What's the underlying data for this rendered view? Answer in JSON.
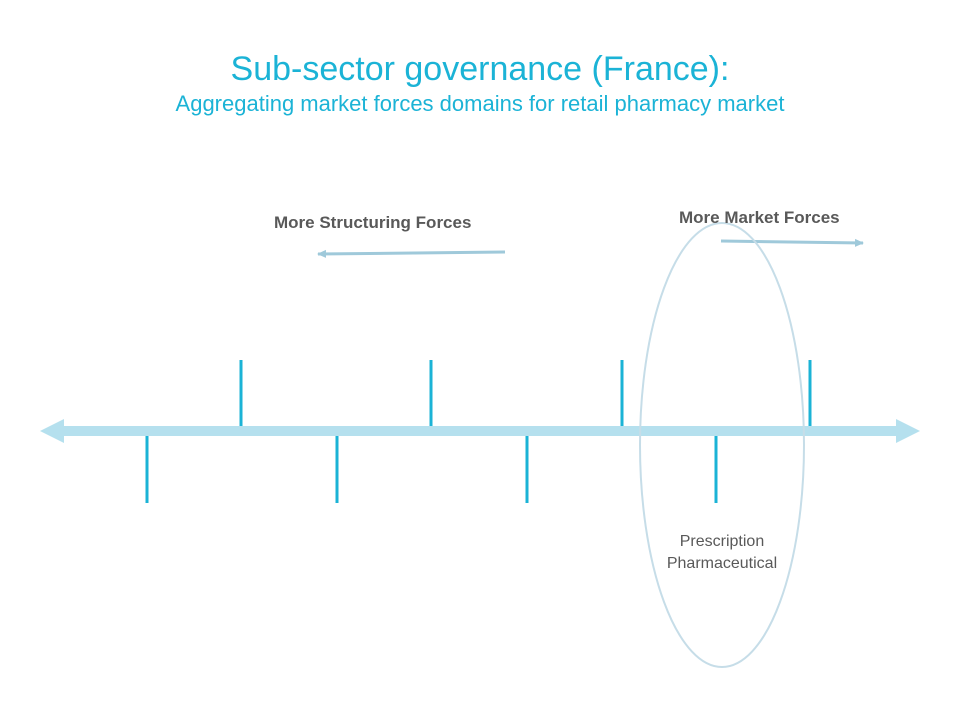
{
  "title": {
    "main": "Sub-sector governance (France):",
    "subtitle": "Aggregating market forces domains for retail pharmacy market"
  },
  "forces": {
    "structuring": "More Structuring Forces",
    "market": "More Market Forces"
  },
  "highlight": {
    "line1": "Prescription",
    "line2": "Pharmaceutical"
  },
  "colors": {
    "title": "#1bb3d6",
    "axis": "#b5e0ee",
    "tick": "#1bb3d6",
    "label": "#595959"
  }
}
